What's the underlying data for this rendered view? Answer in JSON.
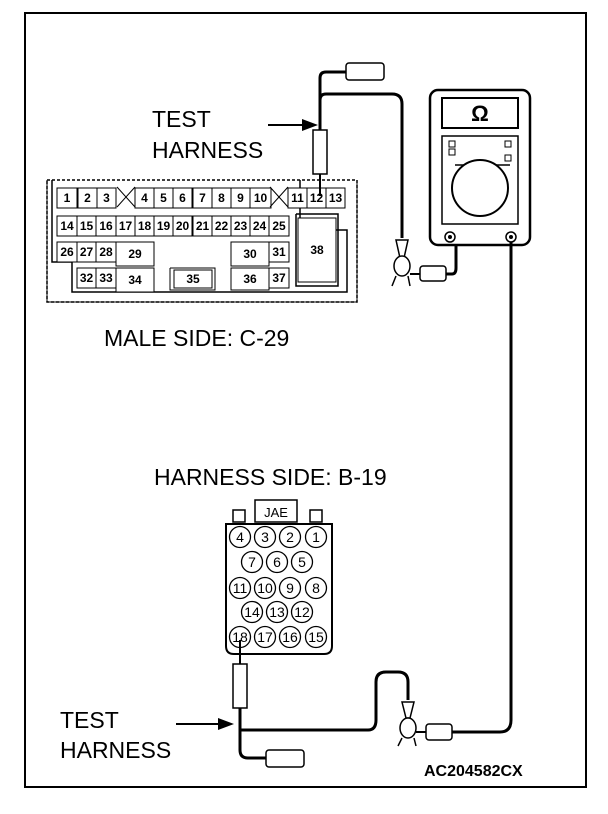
{
  "labels": {
    "test_harness_top_line1": "TEST",
    "test_harness_top_line2": "HARNESS",
    "male_side": "MALE SIDE: C-29",
    "harness_side": "HARNESS SIDE: B-19",
    "test_harness_bottom_line1": "TEST",
    "test_harness_bottom_line2": "HARNESS",
    "figure_code": "AC204582CX",
    "connector_tag": "JAE"
  },
  "meter": {
    "symbol": "Ω",
    "icon": "ohmmeter-icon"
  },
  "connector_c29": {
    "pins": [
      "1",
      "2",
      "3",
      "4",
      "5",
      "6",
      "7",
      "8",
      "9",
      "10",
      "11",
      "12",
      "13",
      "14",
      "15",
      "16",
      "17",
      "18",
      "19",
      "20",
      "21",
      "22",
      "23",
      "24",
      "25",
      "26",
      "27",
      "28",
      "29",
      "30",
      "31",
      "32",
      "33",
      "34",
      "35",
      "36",
      "37",
      "38"
    ],
    "probed_pin": "12"
  },
  "connector_b19": {
    "pins": [
      "1",
      "2",
      "3",
      "4",
      "5",
      "6",
      "7",
      "8",
      "9",
      "10",
      "11",
      "12",
      "13",
      "14",
      "15",
      "16",
      "17",
      "18"
    ],
    "probed_pin": "18"
  }
}
